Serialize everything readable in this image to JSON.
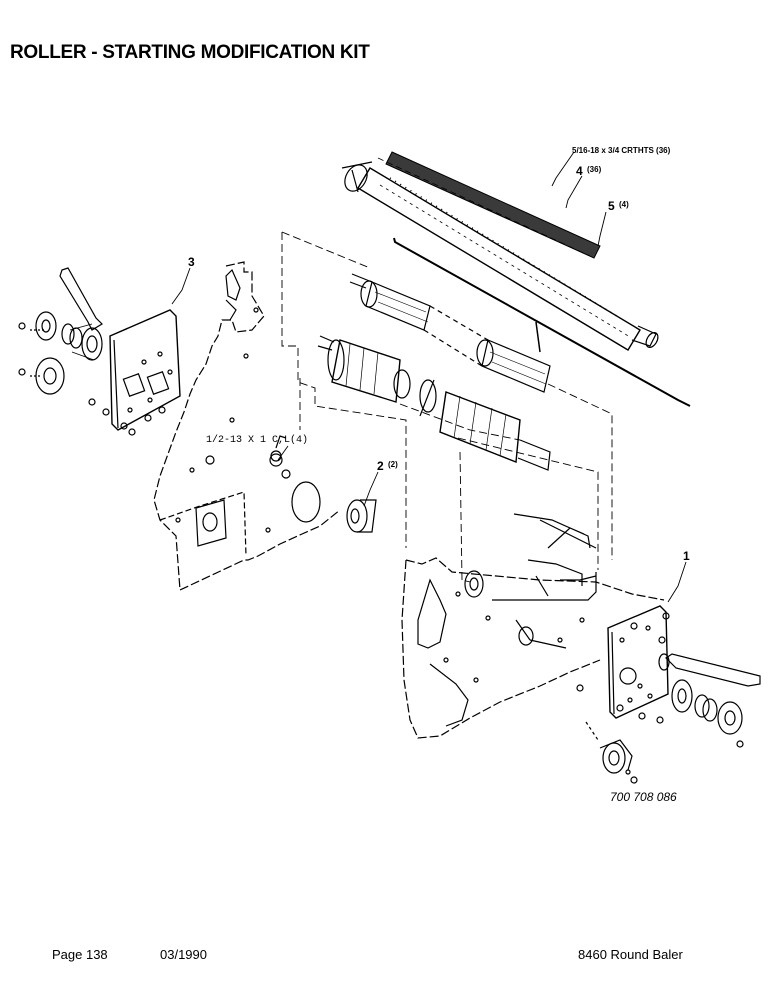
{
  "title": "ROLLER - STARTING MODIFICATION KIT",
  "callouts": {
    "hardware_spec": "5/16-18 x 3/4 CRTHTS (36)",
    "item4": "4",
    "item4_qty": "(36)",
    "item5": "5",
    "item5_qty": "(4)",
    "item3": "3",
    "item2": "2",
    "item2_qty": "(2)",
    "item1": "1",
    "bolt_spec": "1/2-13 X 1 C,L(4)"
  },
  "figure_number": "700 708 086",
  "footer": {
    "page": "Page 138",
    "date": "03/1990",
    "model": "8460 Round Baler"
  }
}
